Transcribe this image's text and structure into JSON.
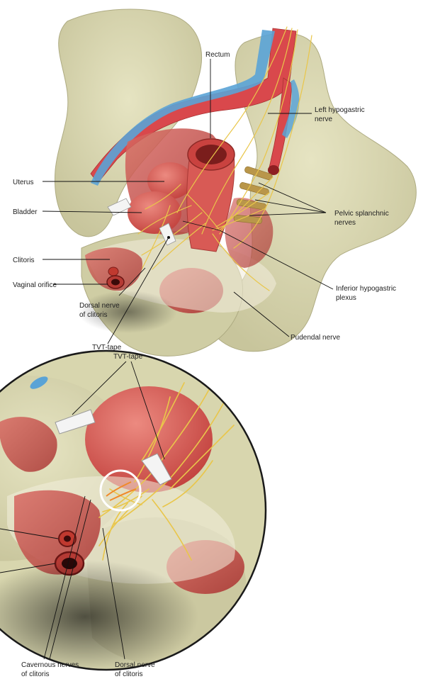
{
  "diagram": {
    "labels": {
      "rectum": "Rectum",
      "left_hypogastric_line1": "Left hypogastric",
      "left_hypogastric_line2": "nerve",
      "uterus": "Uterus",
      "bladder": "Bladder",
      "pelvic_splanchnic_line1": "Pelvic splanchnic",
      "pelvic_splanchnic_line2": "nerves",
      "clitoris": "Clitoris",
      "vaginal_orifice": "Vaginal orifice",
      "inferior_hypogastric_line1": "Inferior hypogastric",
      "inferior_hypogastric_line2": "plexus",
      "dorsal_nerve_line1": "Dorsal nerve",
      "dorsal_nerve_line2": "of clitoris",
      "pudendal_nerve": "Pudendal nerve",
      "tvt_tape": "TVT-tape",
      "tvt_tape_detail": "TVT-tape",
      "cavernous_nerves_line1": "Cavernous nerves",
      "cavernous_nerves_line2": "of clitoris",
      "dorsal_nerve_detail_line1": "Dorsal nerve",
      "dorsal_nerve_detail_line2": "of clitoris"
    },
    "colors": {
      "bone": "#dad8b0",
      "bone_shadow": "#b9b68c",
      "artery": "#d9484c",
      "vein": "#5aa3d6",
      "muscle": "#c9504f",
      "organ": "#d45a52",
      "nerve": "#ecc84d",
      "tape": "#f4f4f4"
    }
  }
}
